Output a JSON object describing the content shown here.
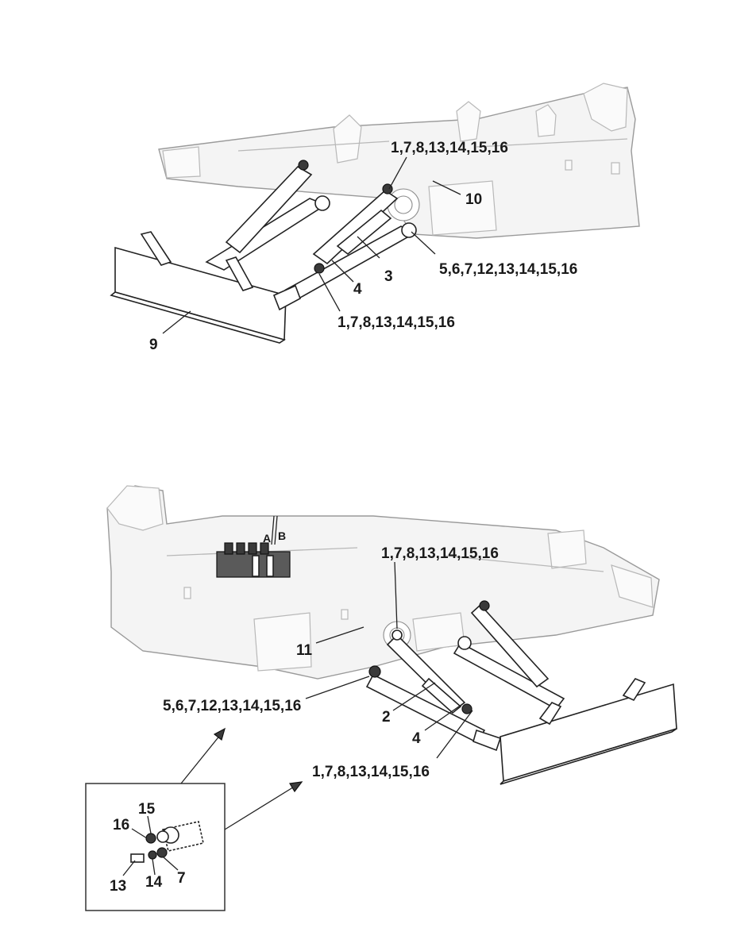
{
  "top_view": {
    "callouts": {
      "upper_pivot": "1,7,8,13,14,15,16",
      "bracket": "10",
      "cylinder": "3",
      "frame_pin": "5,6,7,12,13,14,15,16",
      "push_arm": "4",
      "lower_pivot": "1,7,8,13,14,15,16",
      "blade": "9"
    }
  },
  "bottom_view": {
    "valve_ports": {
      "port_a": "A",
      "port_b": "B"
    },
    "callouts": {
      "upper_pivot": "1,7,8,13,14,15,16",
      "hose": "11",
      "frame_pin": "5,6,7,12,13,14,15,16",
      "cylinder": "2",
      "push_arm": "4",
      "lower_pivot": "1,7,8,13,14,15,16"
    }
  },
  "detail_inset": {
    "callouts": {
      "nut": "15",
      "washer_outer": "16",
      "bolt": "13",
      "washer_inner": "14",
      "spacer": "7"
    }
  }
}
